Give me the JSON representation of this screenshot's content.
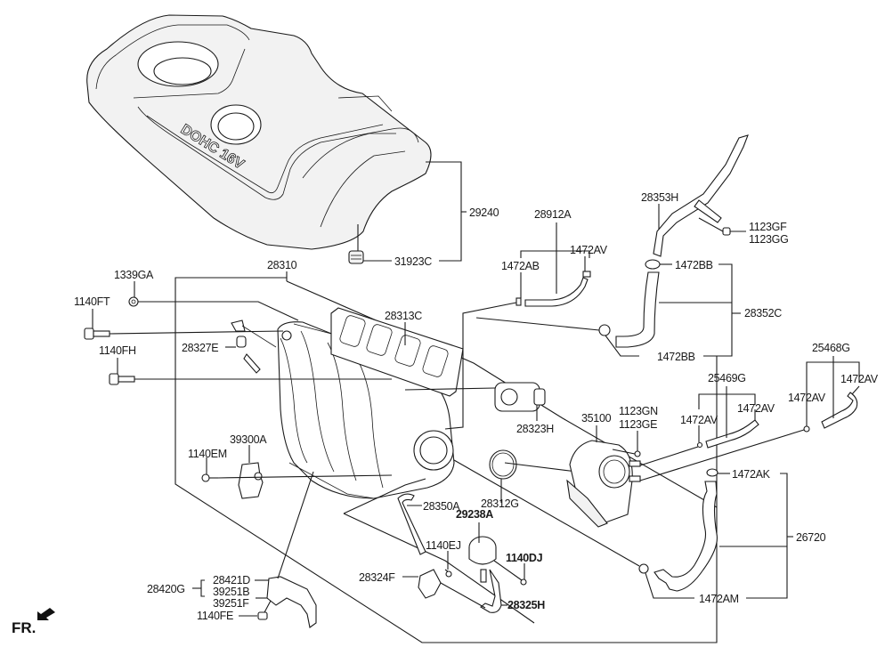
{
  "diagram": {
    "title": "Intake Manifold & Engine Cover — Parts Diagram",
    "cover_marking": "DOHC 16V",
    "front_indicator": "FR.",
    "labels": {
      "engine_cover": "29240",
      "cover_grommet": "31923C",
      "intake_manifold_assy": "28310",
      "bolt_1339GA": "1339GA",
      "bolt_1140FT": "1140FT",
      "bolt_1140FH": "1140FH",
      "pcv_valve": "28327E",
      "manifold_gasket": "28313C",
      "vis_actuator": "28323H",
      "throttle_gasket": "28312G",
      "throttle_body": "35100",
      "bolt_1123GN": "1123GN",
      "bolt_1123GE": "1123GE",
      "map_sensor": "39300A",
      "bolt_1140EM": "1140EM",
      "hose_28350A": "28350A",
      "solenoid_29238A": "29238A",
      "bolt_1140EJ": "1140EJ",
      "bolt_1140DJ": "1140DJ",
      "bracket_28324F": "28324F",
      "hose_28325H": "28325H",
      "stay_assy": "28420G",
      "stay_28421D": "28421D",
      "bolt_39251B": "39251B",
      "bolt_39251F": "39251F",
      "bolt_1140FE": "1140FE",
      "hose_assy_28912A": "28912A",
      "clamp_1472AB": "1472AB",
      "clamp_1472AV_a": "1472AV",
      "pipe_28353H": "28353H",
      "bolt_1123GF": "1123GF",
      "bolt_1123GG": "1123GG",
      "clamp_1472BB_top": "1472BB",
      "hose_28352C": "28352C",
      "clamp_1472BB_bottom": "1472BB",
      "hose_assy_25469G": "25469G",
      "clamp_1472AV_b": "1472AV",
      "clamp_1472AV_c": "1472AV",
      "hose_assy_25468G": "25468G",
      "clamp_1472AV_d": "1472AV",
      "clamp_1472AV_e": "1472AV",
      "clamp_1472AK": "1472AK",
      "hose_26720": "26720",
      "clamp_1472AM": "1472AM"
    }
  }
}
